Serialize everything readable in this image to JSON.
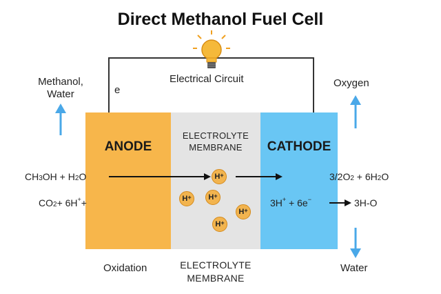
{
  "title": "Direct Methanol Fuel Cell",
  "circuit": {
    "label": "Electrical Circuit",
    "electron_label": "e"
  },
  "anode": {
    "label": "ANODE",
    "color": "#f7b64b"
  },
  "membrane": {
    "label_top_line1": "ELECTROLYTE",
    "label_top_line2": "MEMBRANE",
    "label_bottom_line1": "ELECTROLYTE",
    "label_bottom_line2": "MEMBRANE",
    "color": "#e4e4e4",
    "ion_label": "H"
  },
  "cathode": {
    "label": "CATHODE",
    "color": "#69c6f4"
  },
  "left_output": {
    "line1": "Methanol,",
    "line2": "Water"
  },
  "right_input": {
    "label": "Oxygen"
  },
  "right_output": {
    "label": "Water"
  },
  "oxidation_label": "Oxidation",
  "anode_reaction_1": {
    "a": "CH",
    "a_sub": "3",
    "b": "OH + H",
    "b_sub": "2",
    "c": "O"
  },
  "anode_reaction_2": {
    "a": "CO",
    "a_sub": "2",
    "b": "+ 6H",
    "b_sup": "+",
    "c": "+"
  },
  "cathode_reaction_1": {
    "a": "3/2O",
    "a_sub": "2",
    "b": " + 6H",
    "b_sub": "2",
    "c": "O"
  },
  "cathode_reaction_2": {
    "a": "3H",
    "a_sup": "+",
    "b": " + 6e",
    "b_sup": "−",
    "c": "3H-O"
  },
  "colors": {
    "arrow_blue": "#4aa8e8",
    "wire": "#333333",
    "bulb": "#f5b93a"
  },
  "icons": {
    "bulb": "light-bulb-icon"
  }
}
